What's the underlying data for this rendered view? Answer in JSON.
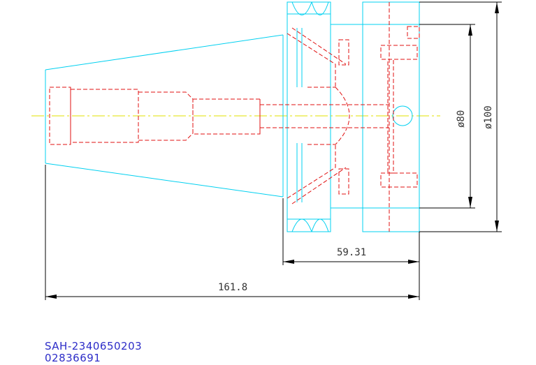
{
  "colors": {
    "background": "#ffffff",
    "outline": "#00d0f0",
    "hidden": "#e01010",
    "centerline": "#e0e000",
    "dimension": "#000000",
    "code_text": "#2d2dc8"
  },
  "dimensions": {
    "flange_length": "59.31",
    "total_length": "161.8",
    "diameter_small": "ø80",
    "diameter_large": "ø100"
  },
  "part": {
    "code": "SAH-2340650203",
    "number": "02836691"
  }
}
